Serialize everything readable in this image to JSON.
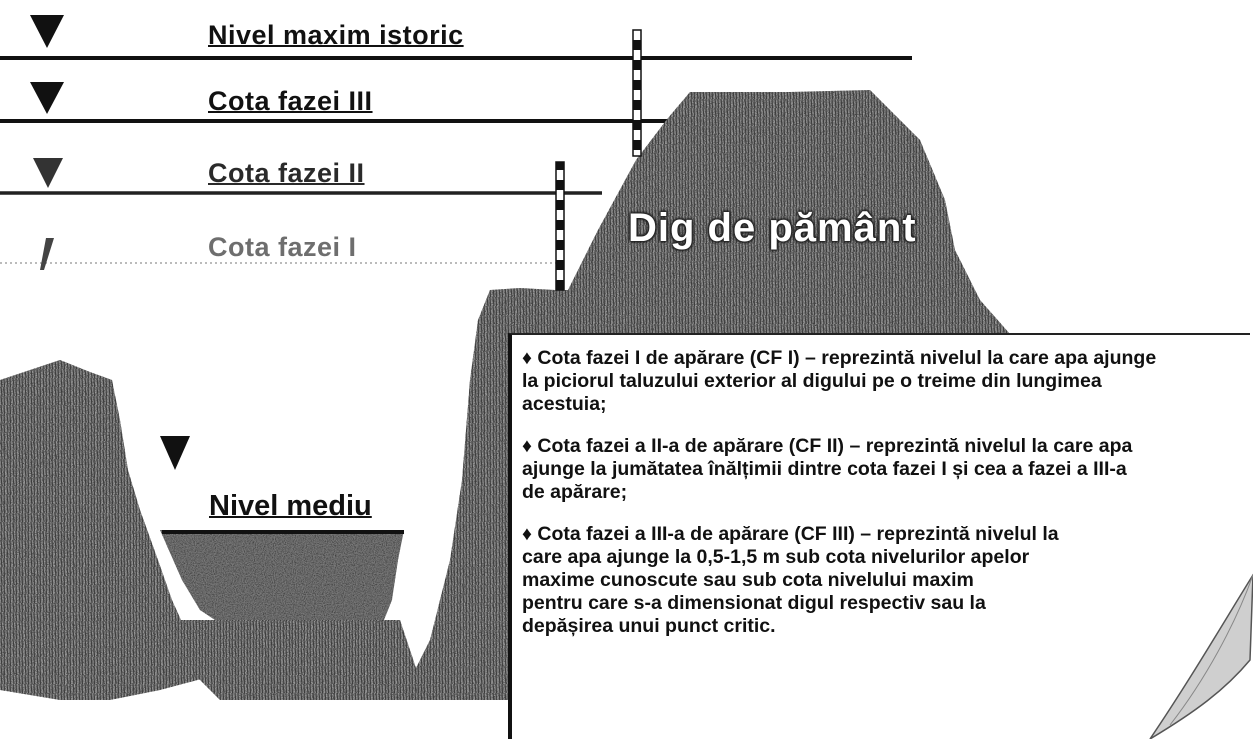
{
  "levels": {
    "max_istoric": "Nivel maxim istoric",
    "faza3": "Cota fazei III",
    "faza2": "Cota fazei II",
    "faza1": "Cota fazei I",
    "mediu": "Nivel mediu"
  },
  "dig_label": "Dig de pământ",
  "info": {
    "cf1": "♦ Cota fazei I de apărare (CF I) – reprezintă nivelul la care apa ajunge\nla piciorul taluzului exterior al digului pe o treime din lungimea\nacestuia;",
    "cf2": "♦ Cota fazei a II-a de apărare (CF II) – reprezintă nivelul la care apa\najunge la jumătatea înălțimii dintre cota fazei I și cea a fazei a III-a\nde apărare;",
    "cf3": "♦ Cota fazei a III-a de apărare (CF III) – reprezintă nivelul la\ncare apa ajunge la 0,5-1,5 m sub cota nivelurilor apelor\nmaxime cunoscute sau sub cota nivelului maxim\npentru care s-a dimensionat digul respectiv sau la\ndepășirea unui punct critic."
  },
  "colors": {
    "ink": "#111111",
    "terrain": "#8c8c8c",
    "terrain_dark": "#3a3a3a",
    "water": "#6a6a6a"
  },
  "icons": [
    "water-level-triangle-icon",
    "staff-gauge-icon"
  ]
}
